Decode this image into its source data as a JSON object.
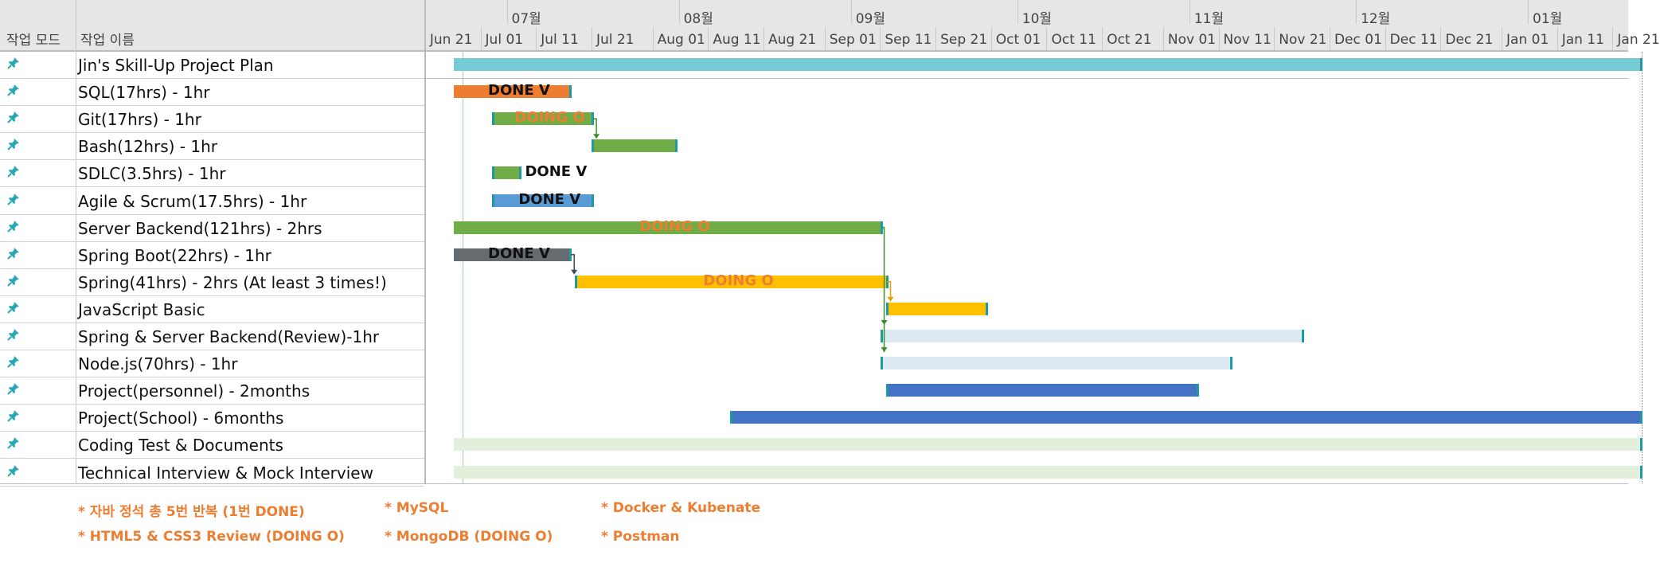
{
  "header": {
    "mode_label": "작업 모드",
    "name_label": "작업 이름",
    "months": [
      "07월",
      "08월",
      "09월",
      "10월",
      "11월",
      "12월",
      "01월"
    ],
    "dates": [
      "Jun 21",
      "Jul 01",
      "Jul 11",
      "Jul 21",
      "Aug 01",
      "Aug 11",
      "Aug 21",
      "Sep 01",
      "Sep 11",
      "Sep 21",
      "Oct 01",
      "Oct 11",
      "Oct 21",
      "Nov 01",
      "Nov 11",
      "Nov 21",
      "Dec 01",
      "Dec 11",
      "Dec 21",
      "Jan 01",
      "Jan 11",
      "Jan 21"
    ]
  },
  "tasks": [
    {
      "name": "Jin's Skill-Up Project Plan",
      "mode_icon": "pin-icon",
      "start": "2021-06-21",
      "end": "2022-01-21",
      "color": "#76ccd6"
    },
    {
      "name": "SQL(17hrs) - 1hr",
      "mode_icon": "pin-icon",
      "start": "2021-06-21",
      "end": "2021-07-12",
      "color": "#ed7d31",
      "label": "DONE V",
      "label_color": "#111111"
    },
    {
      "name": "Git(17hrs) - 1hr",
      "mode_icon": "pin-icon",
      "start": "2021-06-28",
      "end": "2021-07-16",
      "color": "#70ad47",
      "label": "DOING O",
      "label_color": "#ed7d31"
    },
    {
      "name": "Bash(12hrs) - 1hr",
      "mode_icon": "pin-icon",
      "start": "2021-07-16",
      "end": "2021-07-31",
      "color": "#70ad47"
    },
    {
      "name": "SDLC(3.5hrs) - 1hr",
      "mode_icon": "pin-icon",
      "start": "2021-06-28",
      "end": "2021-07-03",
      "color": "#70ad47",
      "label": "DONE V",
      "label_color": "#111111"
    },
    {
      "name": "Agile & Scrum(17.5hrs)  - 1hr",
      "mode_icon": "pin-icon",
      "start": "2021-06-28",
      "end": "2021-07-16",
      "color": "#5b9bd5",
      "label": "DONE V",
      "label_color": "#111111"
    },
    {
      "name": "Server Backend(121hrs) - 2hrs",
      "mode_icon": "pin-icon",
      "start": "2021-06-21",
      "end": "2021-09-06",
      "color": "#70ad47",
      "label": "DOING O",
      "label_color": "#ed7d31"
    },
    {
      "name": "Spring Boot(22hrs) - 1hr",
      "mode_icon": "pin-icon",
      "start": "2021-06-21",
      "end": "2021-07-12",
      "color": "#666b70",
      "label": "DONE V",
      "label_color": "#111111"
    },
    {
      "name": "Spring(41hrs) -  2hrs (At least 3 times!)",
      "mode_icon": "pin-icon",
      "start": "2021-07-13",
      "end": "2021-09-07",
      "color": "#ffc000",
      "label": "DOING O",
      "label_color": "#ed7d31"
    },
    {
      "name": "JavaScript Basic",
      "mode_icon": "pin-icon",
      "start": "2021-09-07",
      "end": "2021-09-25",
      "color": "#ffc000"
    },
    {
      "name": "Spring & Server Backend(Review)-1hr",
      "mode_icon": "pin-icon",
      "start": "2021-09-06",
      "end": "2021-11-21",
      "color": "#dde9f3"
    },
    {
      "name": "Node.js(70hrs) - 1hr",
      "mode_icon": "pin-icon",
      "start": "2021-09-06",
      "end": "2021-11-08",
      "color": "#dde9f3"
    },
    {
      "name": "Project(personnel) - 2months",
      "mode_icon": "pin-icon",
      "start": "2021-09-07",
      "end": "2021-11-02",
      "color": "#4472c4"
    },
    {
      "name": "Project(School) - 6months",
      "mode_icon": "pin-icon",
      "start": "2021-08-10",
      "end": "2022-01-21",
      "color": "#4472c4"
    },
    {
      "name": "Coding Test & Documents",
      "mode_icon": "pin-icon",
      "start": "2021-06-21",
      "end": "2022-01-21",
      "color": "#e2efda"
    },
    {
      "name": "Technical Interview & Mock Interview",
      "mode_icon": "pin-icon",
      "start": "2021-06-21",
      "end": "2022-01-21",
      "color": "#e2efda"
    }
  ],
  "notes": [
    [
      "* 자바 정석 총 5번 반복 (1번 DONE)",
      "* MySQL",
      "* Docker & Kubenate"
    ],
    [
      "* HTML5 & CSS3 Review (DOING O)",
      "* MongoDB (DOING O)",
      "* Postman"
    ]
  ]
}
